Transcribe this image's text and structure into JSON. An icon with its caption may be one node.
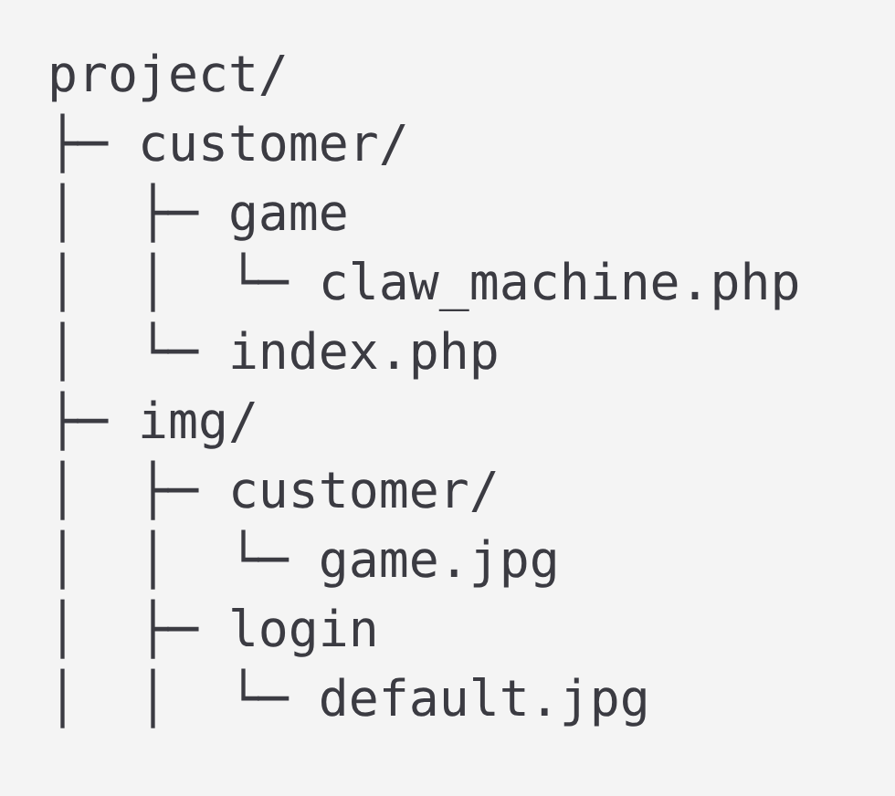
{
  "diagram": {
    "labels": [
      "project/",
      "├─ customer/",
      "│  ├─ game",
      "│  │  └─ claw_machine.php",
      "│  └─ index.php",
      "├─ img/",
      "│  ├─ customer/",
      "│  │  └─ game.jpg",
      "│  ├─ login",
      "│  │  └─ default.jpg"
    ]
  }
}
